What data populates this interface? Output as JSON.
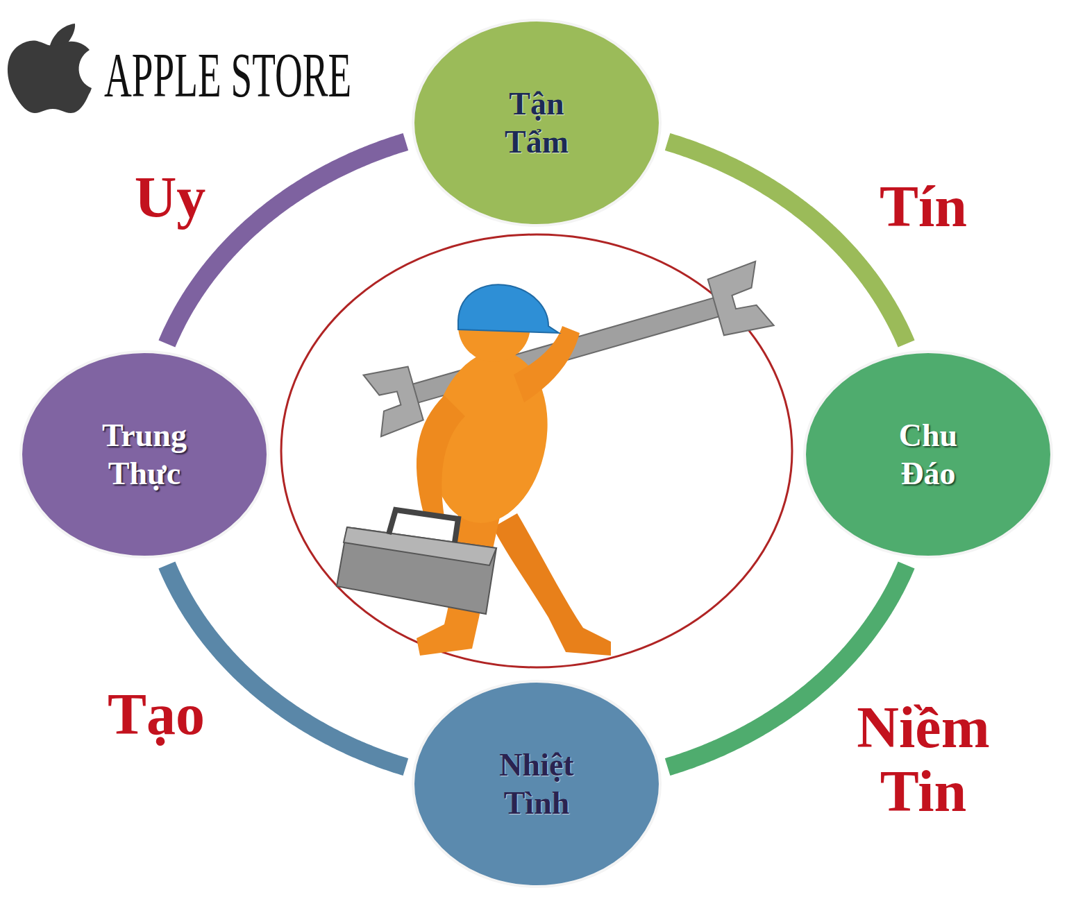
{
  "diagram": {
    "nodes": [
      {
        "text": [
          "Tận Tẩm"
        ]
      },
      {
        "text": [
          "Trung Thực"
        ]
      },
      {
        "text": [
          "Chu Đáo"
        ]
      },
      {
        "text": [
          "Nhiệt Tình"
        ]
      }
    ],
    "edges": [
      {
        "from": 0,
        "to": 2,
        "arrow": "none"
      },
      {
        "from": 2,
        "to": 3,
        "arrow": "none"
      },
      {
        "from": 3,
        "to": 1,
        "arrow": "none"
      },
      {
        "from": 1,
        "to": 0,
        "arrow": "none"
      }
    ],
    "labels": [
      "APPLE STORE",
      "Uy",
      "Tín",
      "Tạo",
      "Niềm Tin"
    ]
  }
}
